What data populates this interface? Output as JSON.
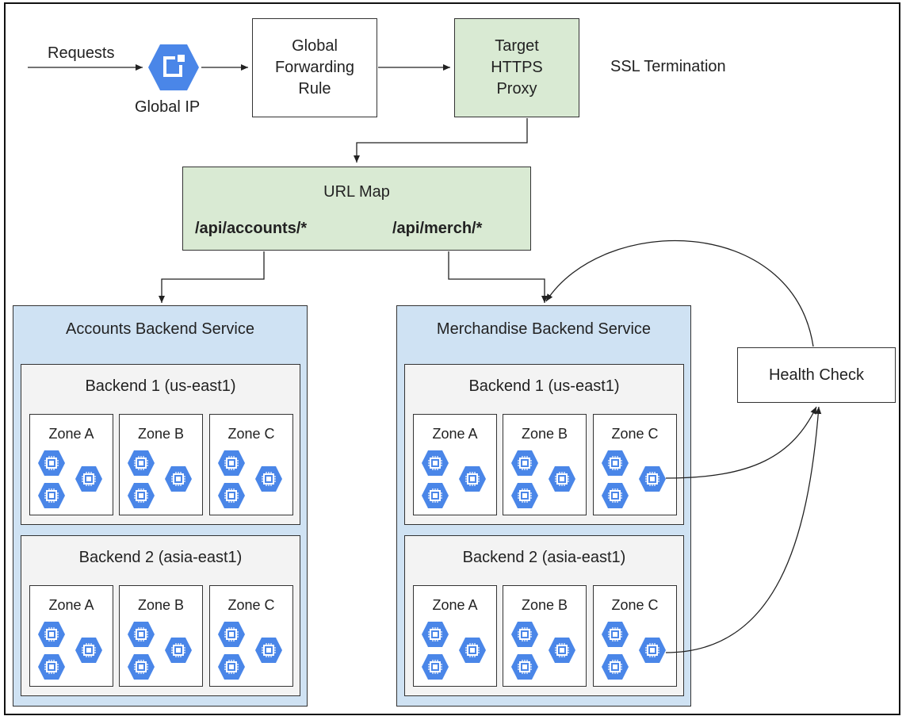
{
  "request_label": "Requests",
  "global_ip_label": "Global IP",
  "forwarding_rule": "Global\nForwarding\nRule",
  "proxy": "Target\nHTTPS\nProxy",
  "ssl_label": "SSL Termination",
  "url_map": {
    "title": "URL Map",
    "path_accounts": "/api/accounts/*",
    "path_merch": "/api/merch/*"
  },
  "health_check": "Health Check",
  "services": [
    {
      "title": "Accounts Backend Service",
      "backends": [
        {
          "title": "Backend 1 (us-east1)",
          "zones": [
            "Zone A",
            "Zone B",
            "Zone C"
          ]
        },
        {
          "title": "Backend 2 (asia-east1)",
          "zones": [
            "Zone A",
            "Zone B",
            "Zone C"
          ]
        }
      ]
    },
    {
      "title": "Merchandise Backend Service",
      "backends": [
        {
          "title": "Backend 1 (us-east1)",
          "zones": [
            "Zone A",
            "Zone B",
            "Zone C"
          ]
        },
        {
          "title": "Backend 2 (asia-east1)",
          "zones": [
            "Zone A",
            "Zone B",
            "Zone C"
          ]
        }
      ]
    }
  ],
  "colors": {
    "hex_blue": "#4a86e8",
    "green_fill": "#d9ead3",
    "service_fill": "#cfe2f3",
    "backend_fill": "#f3f3f3"
  },
  "icons": {
    "global_ip": "external-ip-icon",
    "vm": "compute-engine-icon"
  }
}
